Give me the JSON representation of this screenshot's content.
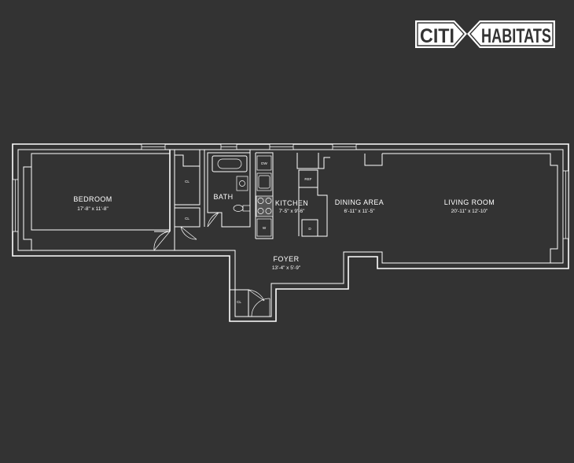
{
  "brand": {
    "left": "CITI",
    "right": "HABITATS"
  },
  "rooms": {
    "bedroom": {
      "name": "BEDROOM",
      "dims": "17'-8\" x 11'-8\""
    },
    "bath": {
      "name": "BATH"
    },
    "kitchen": {
      "name": "KITCHEN",
      "dims": "7'-5\" x 9'-6\""
    },
    "dining": {
      "name": "DINING AREA",
      "dims": "6'-11\" x 11'-5\""
    },
    "living": {
      "name": "LIVING ROOM",
      "dims": "20'-11\" x 12'-10\""
    },
    "foyer": {
      "name": "FOYER",
      "dims": "13'-4\" x 5'-9\""
    }
  },
  "fixtures": {
    "closet_1": "CL",
    "closet_2": "CL",
    "closet_3": "CL",
    "dishwasher": "DW",
    "refrigerator": "REF",
    "washer": "W",
    "dryer": "D"
  },
  "colors": {
    "background": "#333333",
    "lines": "#ffffff"
  }
}
